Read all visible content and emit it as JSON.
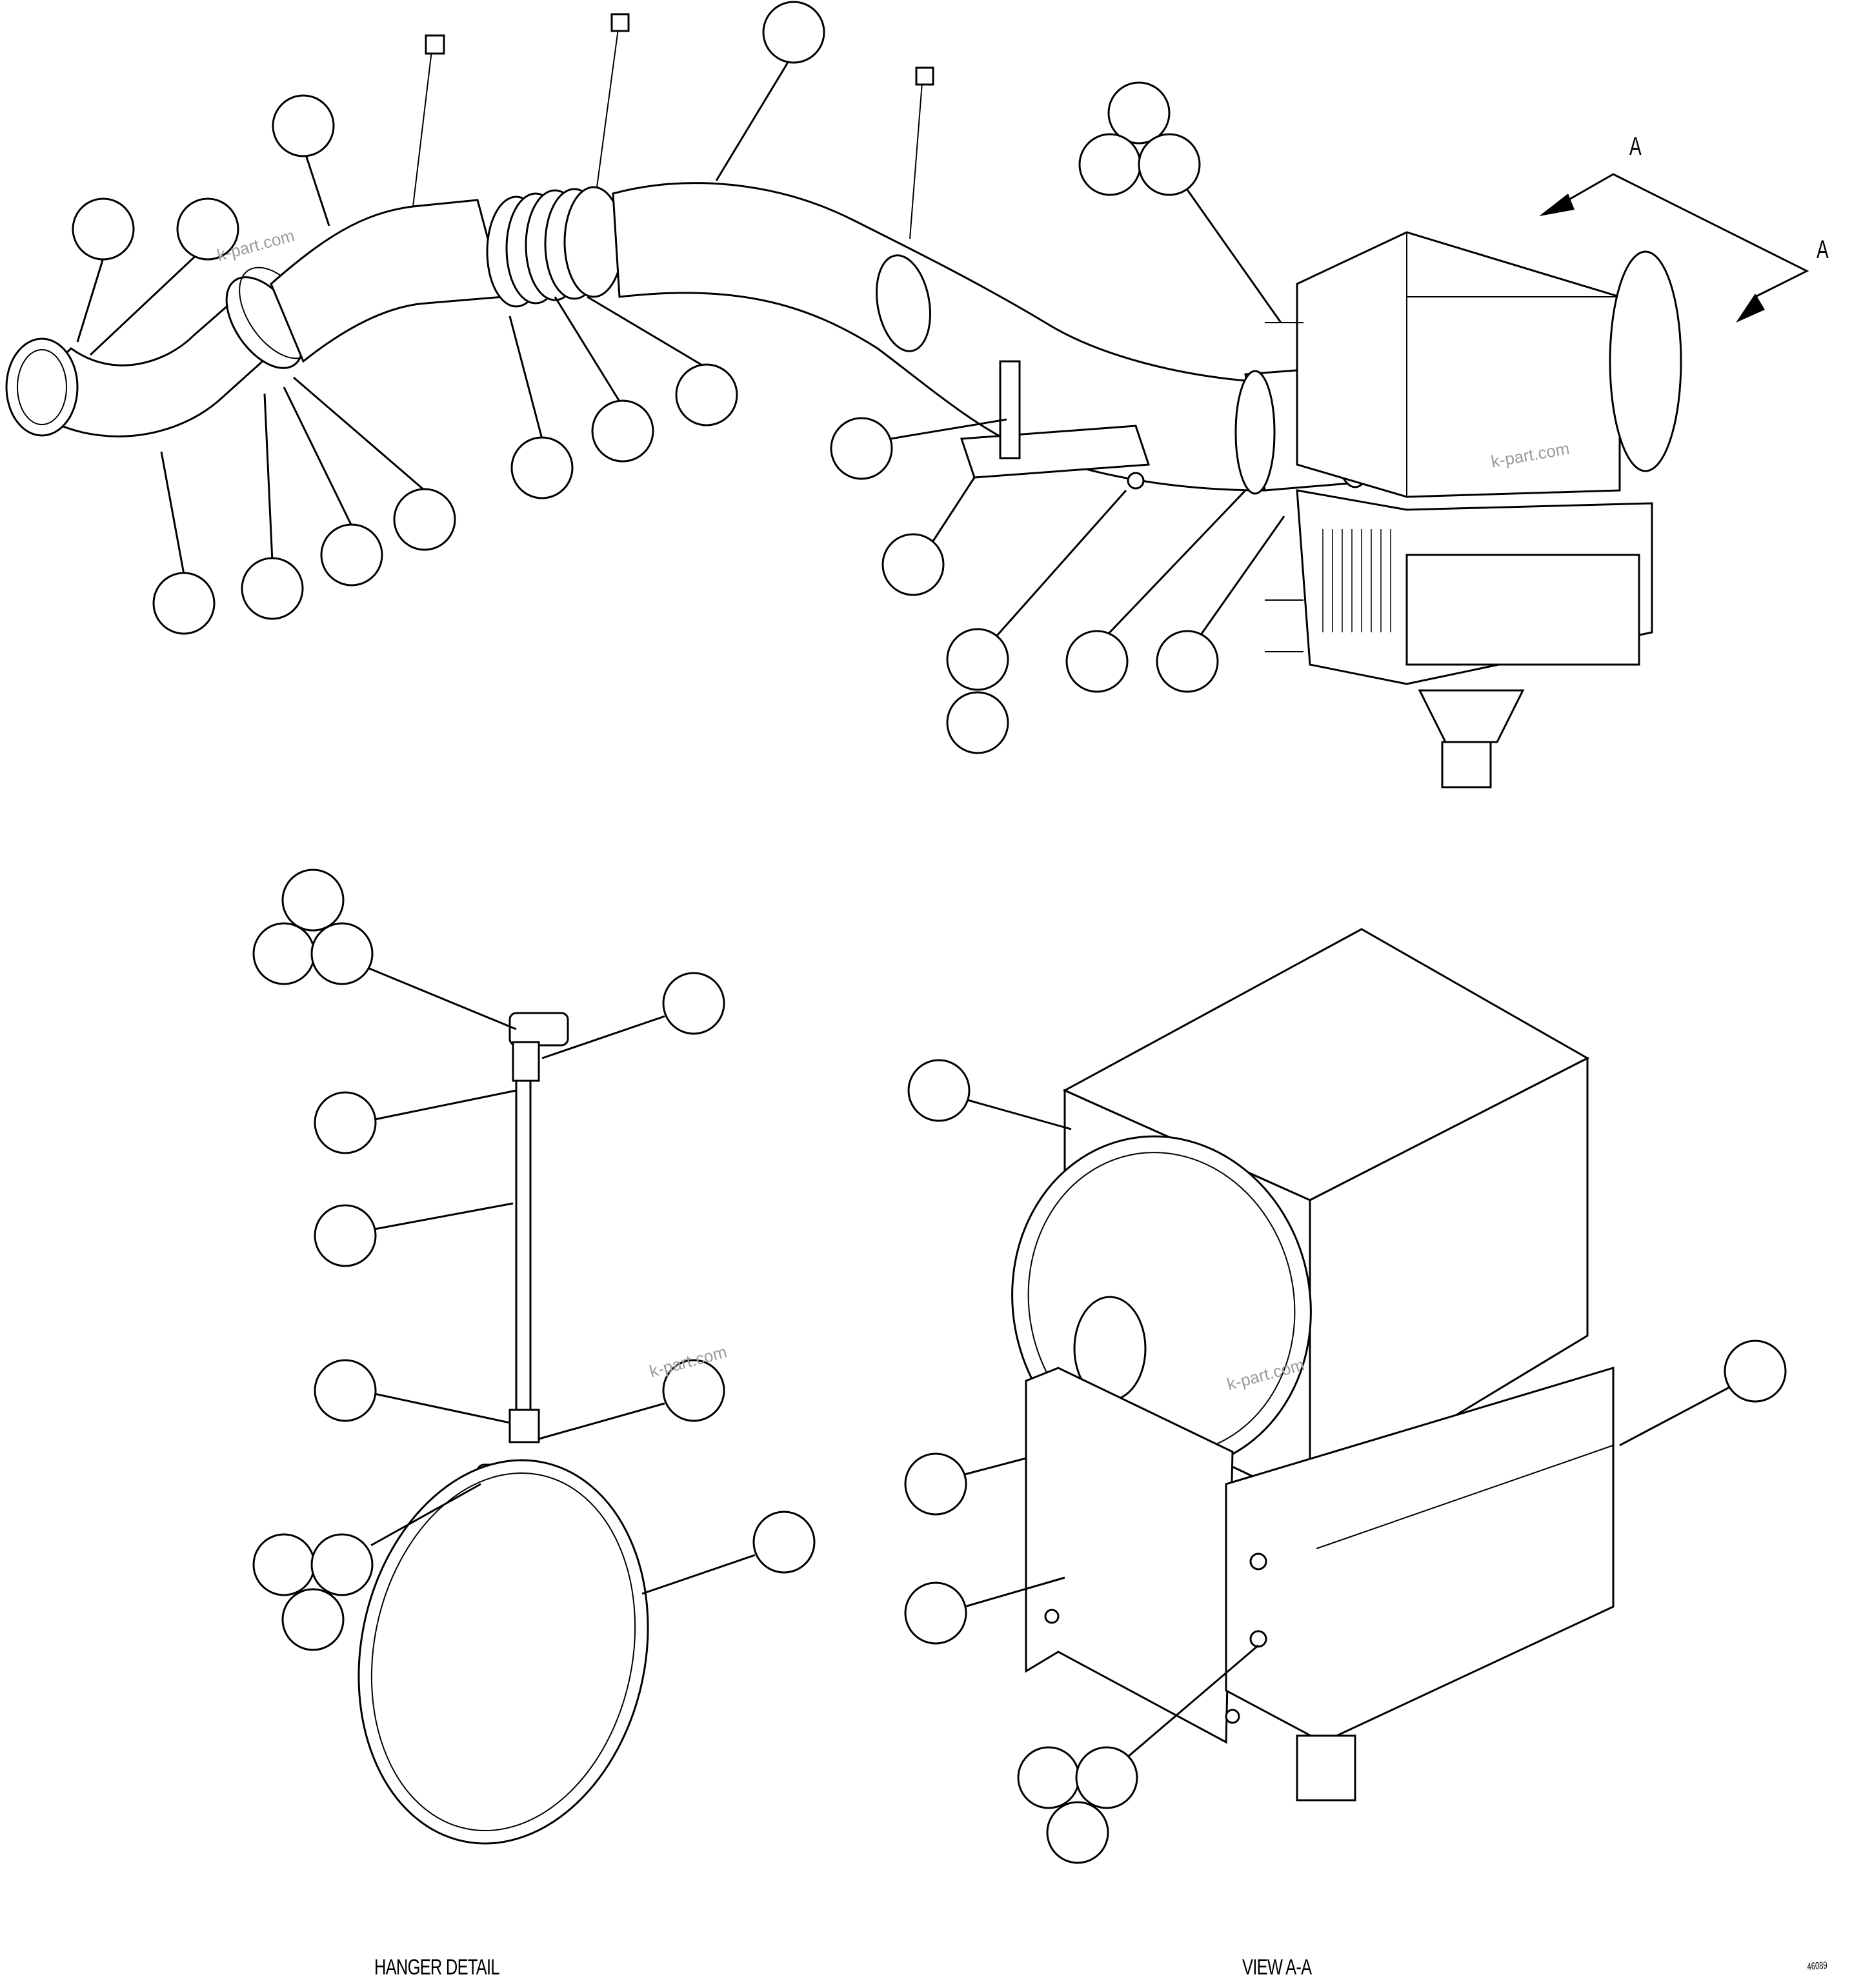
{
  "labels": {
    "hanger_detail": "HANGER DETAIL",
    "view_aa": "VIEW A-A",
    "section_marker_a1": "A",
    "section_marker_a2": "A",
    "drawing_number": "46089"
  },
  "watermarks": [
    "k-part.com",
    "k-part.com",
    "k-part.com",
    "k-part.com"
  ]
}
